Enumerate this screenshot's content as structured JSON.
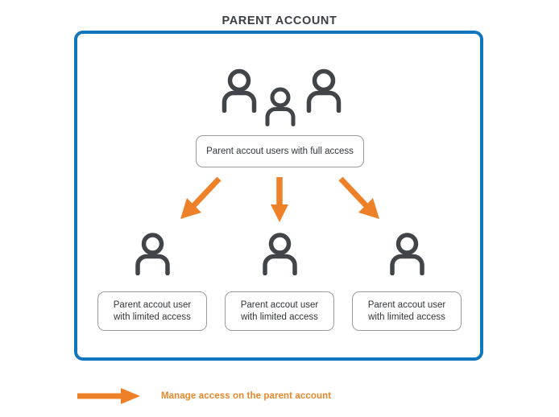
{
  "page": {
    "title": "PARENT ACCOUNT",
    "background": "#ffffff"
  },
  "colors": {
    "frame_blue": "#1076bd",
    "arrow_orange": "#ee8027",
    "legend_text_orange": "#e8862a",
    "icon_gray": "#414549",
    "box_border_gray": "#9b9b9b",
    "text_dark": "#333639",
    "title_gray": "#3b3f44"
  },
  "frame": {
    "name": "parent-account-frame"
  },
  "top_group": {
    "icons": [
      {
        "name": "person-icon-admin-1"
      },
      {
        "name": "person-icon-admin-2"
      },
      {
        "name": "person-icon-admin-3"
      }
    ],
    "label": "Parent accout users with full access"
  },
  "arrows": [
    {
      "name": "arrow-to-child-1",
      "direction": "down-left"
    },
    {
      "name": "arrow-to-child-2",
      "direction": "down"
    },
    {
      "name": "arrow-to-child-3",
      "direction": "down-right"
    }
  ],
  "child_nodes": [
    {
      "icon": "person-icon-child-1",
      "line1": "Parent accout user",
      "line2": "with limited access"
    },
    {
      "icon": "person-icon-child-2",
      "line1": "Parent accout user",
      "line2": "with limited access"
    },
    {
      "icon": "person-icon-child-3",
      "line1": "Parent accout user",
      "line2": "with limited access"
    }
  ],
  "legend": {
    "icon": "orange-arrow-icon",
    "text": "Manage access on the parent account"
  }
}
